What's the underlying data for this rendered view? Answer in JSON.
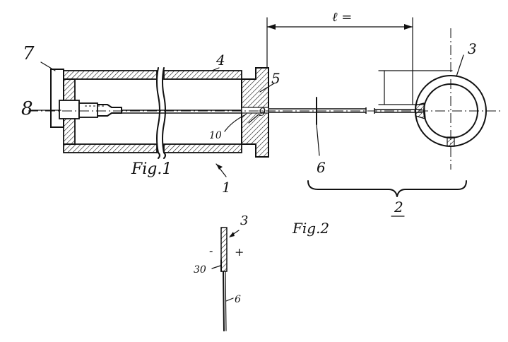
{
  "figures": {
    "fig1_label": "Fig.1",
    "fig2_label": "Fig.2"
  },
  "labels": {
    "n1": "1",
    "n2": "2",
    "n3_fig1": "3",
    "n3_fig2": "3",
    "n4": "4",
    "n5": "5",
    "n6_fig1": "6",
    "n6_fig2": "6",
    "n7": "7",
    "n8": "8",
    "n9": "9",
    "n10": "10",
    "n30": "30",
    "minus": "-",
    "plus": "+",
    "length_l": "ℓ ="
  },
  "colors": {
    "ink": "#111111",
    "paper": "#ffffff"
  }
}
